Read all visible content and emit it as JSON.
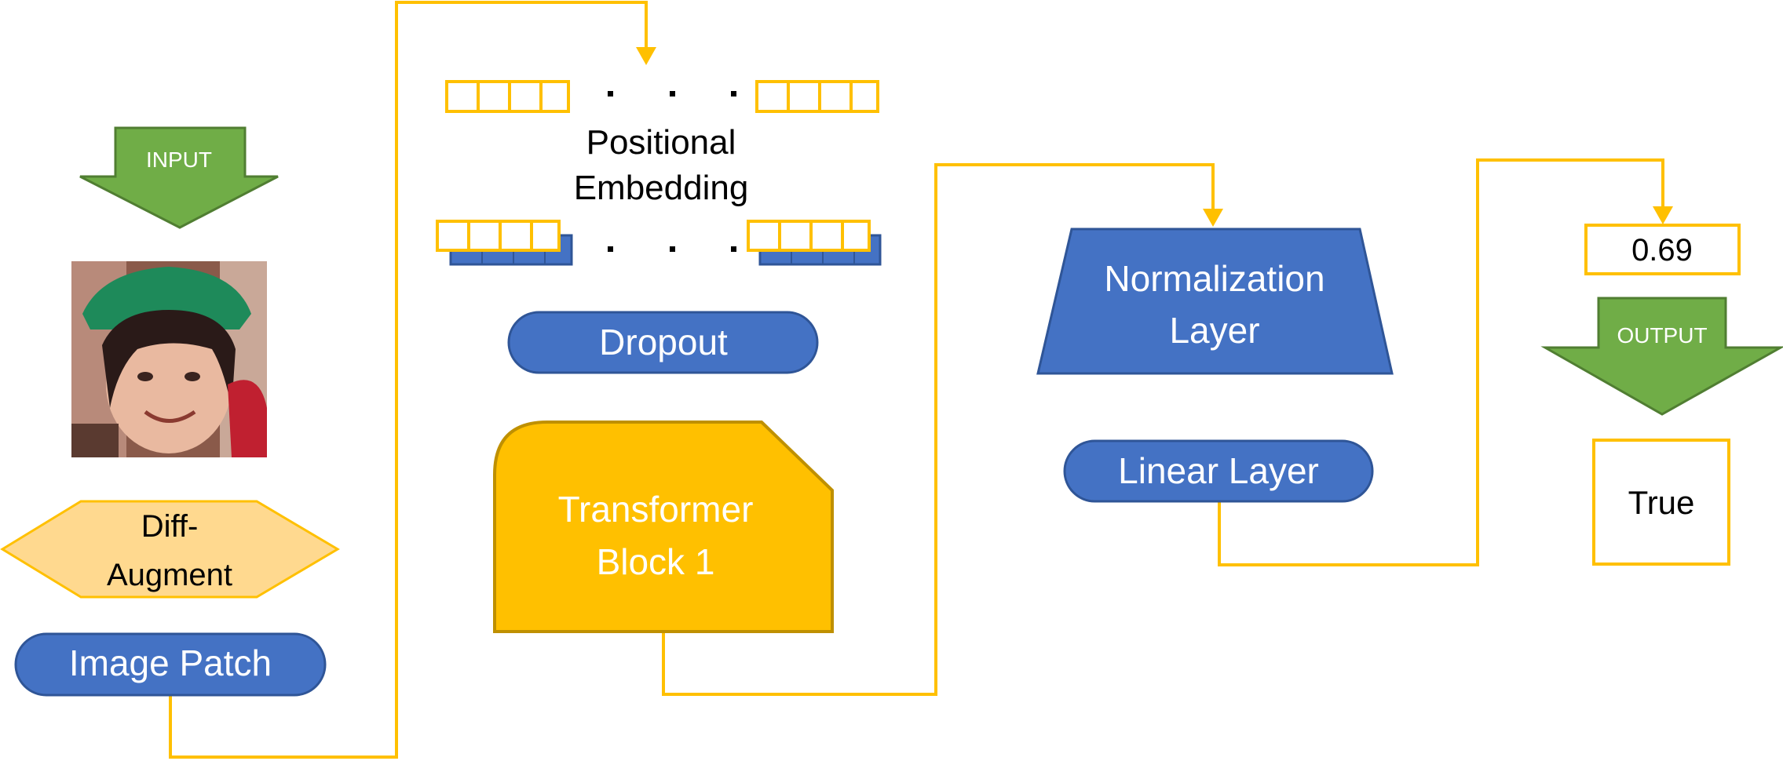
{
  "nodes": {
    "input_arrow": {
      "label": "INPUT"
    },
    "face_image": {
      "icon": "face-photo"
    },
    "diff_augment": {
      "line1": "Diff-",
      "line2": "Augment"
    },
    "image_patch": {
      "label": "Image Patch"
    },
    "positional_embedding": {
      "line1": "Positional",
      "line2": "Embedding"
    },
    "dropout": {
      "label": "Dropout"
    },
    "transformer_block": {
      "line1": "Transformer",
      "line2": "Block 1"
    },
    "normalization_layer": {
      "line1": "Normalization",
      "line2": "Layer"
    },
    "linear_layer": {
      "label": "Linear Layer"
    },
    "score": {
      "value": "0.69"
    },
    "output_arrow": {
      "label": "OUTPUT"
    },
    "prediction": {
      "value": "True"
    }
  },
  "colors": {
    "blue": "#4472C4",
    "blue_border": "#2F5597",
    "gold": "#FFC000",
    "gold_border": "#BF9000",
    "green": "#70AD47",
    "green_border": "#507E32",
    "light_orange": "#FFD98F",
    "connector": "#FFC000"
  }
}
